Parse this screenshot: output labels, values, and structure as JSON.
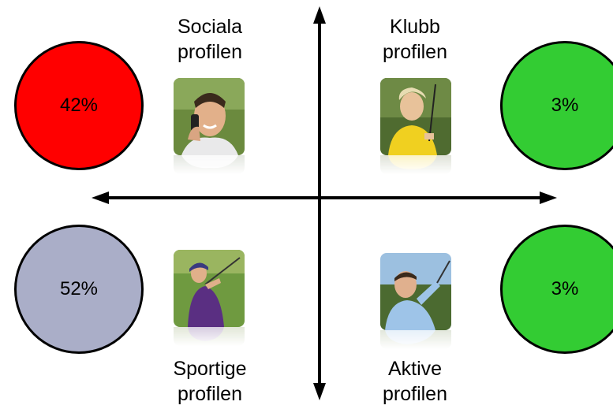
{
  "quadrants": {
    "top_left": {
      "title_line1": "Sociala",
      "title_line2": "profilen",
      "percentage": "42%",
      "circle_color": "#ff0000",
      "photo_icon": "man-on-phone-photo"
    },
    "top_right": {
      "title_line1": "Klubb",
      "title_line2": "profilen",
      "percentage": "3%",
      "circle_color": "#33cc33",
      "photo_icon": "woman-golfer-photo"
    },
    "bottom_left": {
      "title_line1": "Sportige",
      "title_line2": "profilen",
      "percentage": "52%",
      "circle_color": "#aaaec8",
      "photo_icon": "woman-swinging-golf-club-photo"
    },
    "bottom_right": {
      "title_line1": "Aktive",
      "title_line2": "profilen",
      "percentage": "3%",
      "circle_color": "#33cc33",
      "photo_icon": "man-swinging-golf-club-photo"
    }
  },
  "axes": {
    "color": "#000000"
  }
}
